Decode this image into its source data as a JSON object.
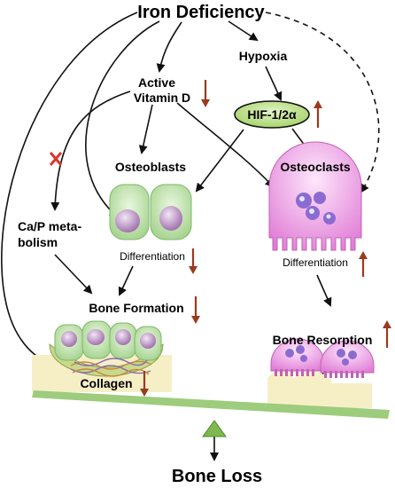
{
  "title": "Iron Deficiency",
  "nodes": {
    "hypoxia": "Hypoxia",
    "vitamin_d_line1": "Active",
    "vitamin_d_line2": "Vitamin D",
    "hif": "HIF-1/2α",
    "osteoblasts": "Osteoblasts",
    "osteoclasts": "Osteoclasts",
    "ca_p_line1": "Ca/P meta-",
    "ca_p_line2": "bolism",
    "differentiation_left": "Differentiation",
    "differentiation_right": "Differentiation",
    "bone_formation": "Bone Formation",
    "bone_resorption": "Bone Resorption",
    "collagen": "Collagen",
    "bone_loss": "Bone Loss"
  },
  "colors": {
    "arrow": "#111111",
    "indicator": "#9b3a1e",
    "cell_green": "#bfe3a6",
    "cell_nucleus": "#b98bc2",
    "osteoclast": "#f08ee6",
    "hif_fill": "#b9df7e",
    "seesaw": "#9ccc7c",
    "bone_base": "#f6efc6",
    "blocked_x": "#d9382b"
  }
}
